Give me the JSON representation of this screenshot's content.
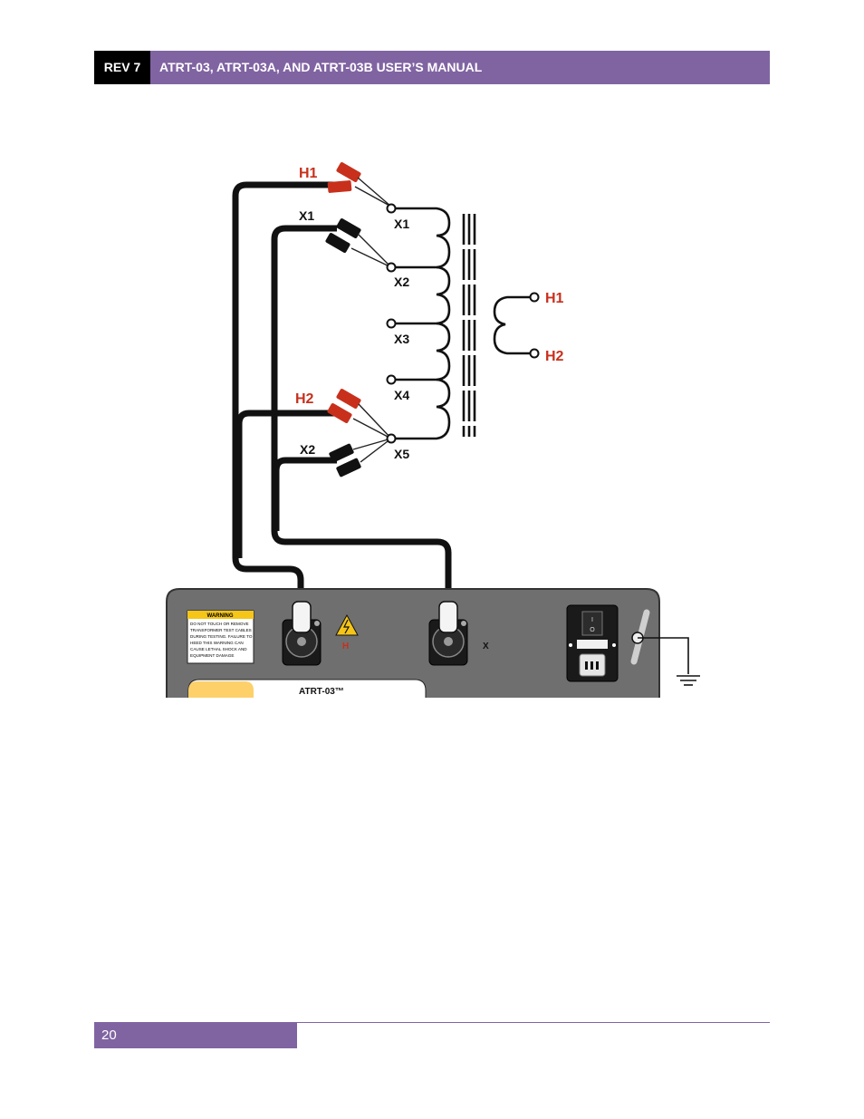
{
  "header": {
    "rev": "REV 7",
    "title": "ATRT-03, ATRT-03A, AND ATRT-03B USER’S MANUAL"
  },
  "diagram": {
    "lead_labels": {
      "h1": "H1",
      "x1": "X1",
      "h2": "H2",
      "x2": "X2"
    },
    "terminals": {
      "x1": "X1",
      "x2": "X2",
      "x3": "X3",
      "x4": "X4",
      "x5": "X5"
    },
    "primary": {
      "h1": "H1",
      "h2": "H2"
    },
    "panel": {
      "warning_title": "WARNING",
      "warning_lines": [
        "DO NOT TOUCH OR REMOVE",
        "TRANSFORMER TEST CABLES",
        "DURING TESTING. FAILURE TO",
        "HEED THIS WARNING CAN",
        "CAUSE LETHAL SHOCK AND",
        "EQUIPMENT DAMAGE"
      ],
      "h_label": "H",
      "x_label": "X",
      "model": "ATRT-03™",
      "switch_on": "I",
      "switch_off": "O"
    },
    "colors": {
      "red": "#c8301c",
      "black": "#111111",
      "panel": "#6f6f6f",
      "warning_yellow": "#f5c518",
      "label_yellow": "#fdd06a"
    }
  },
  "footer": {
    "page_number": "20"
  }
}
